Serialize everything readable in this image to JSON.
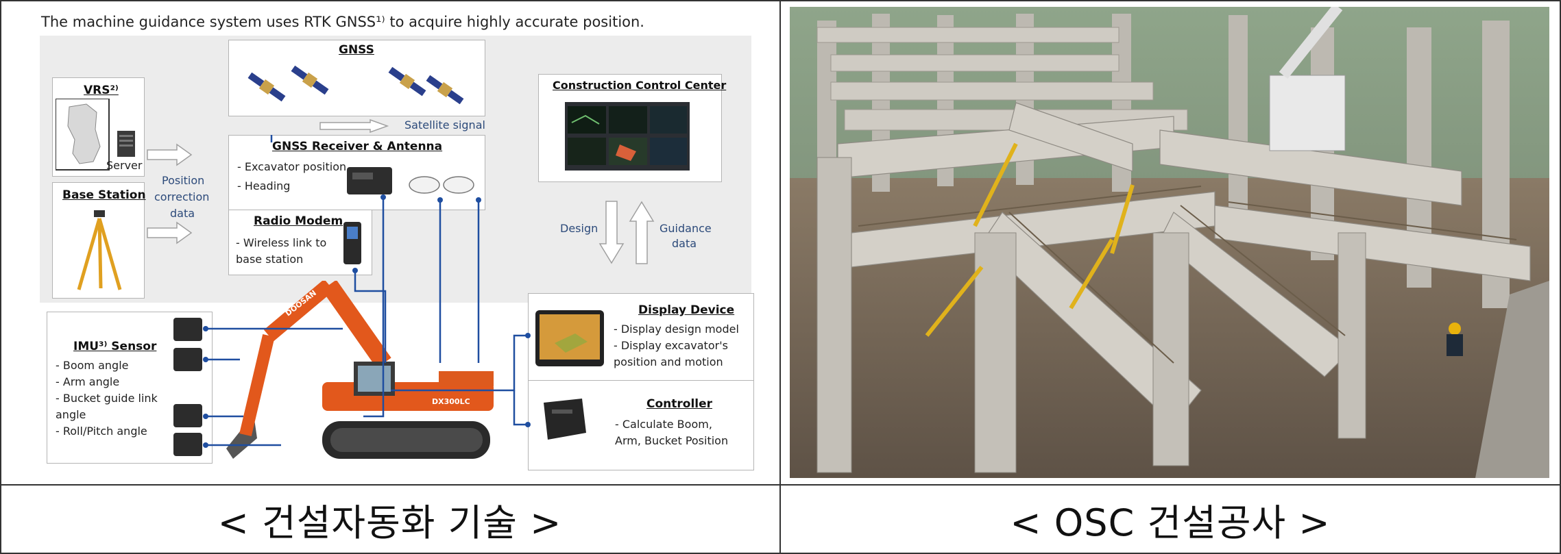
{
  "left_panel": {
    "intro": "The machine guidance system uses RTK GNSS¹⁾ to acquire highly accurate position.",
    "gnss_title": "GNSS",
    "satellite_signal": "Satellite signal",
    "vrs_title": "VRS²⁾",
    "server_label": "Server",
    "base_station_title": "Base Station",
    "position_correction": [
      "Position",
      "correction",
      "data"
    ],
    "receiver_title": "GNSS Receiver & Antenna",
    "receiver_items": [
      "- Excavator position",
      "- Heading"
    ],
    "radio_title": "Radio Modem",
    "radio_items": [
      "- Wireless link to",
      "  base station"
    ],
    "control_center_title": "Construction Control Center",
    "design_label": "Design",
    "guidance_label": [
      "Guidance",
      "data"
    ],
    "imu_title": "IMU³⁾ Sensor",
    "imu_items": [
      "- Boom angle",
      "- Arm angle",
      "- Bucket guide link",
      "  angle",
      "- Roll/Pitch angle"
    ],
    "display_title": "Display Device",
    "display_items": [
      "- Display design model",
      "- Display excavator's",
      "  position and motion"
    ],
    "controller_title": "Controller",
    "controller_items": [
      "- Calculate Boom,",
      "  Arm, Bucket Position"
    ],
    "excavator_brand": "DOOSAN",
    "excavator_model": "DX300LC"
  },
  "captions": {
    "left": "< 건설자동화 기술 >",
    "right": "< OSC 건설공사 >"
  },
  "colors": {
    "excavator_orange": "#e2581c",
    "connector_blue": "#1f4ea0",
    "concrete": "#c9c6bf"
  }
}
